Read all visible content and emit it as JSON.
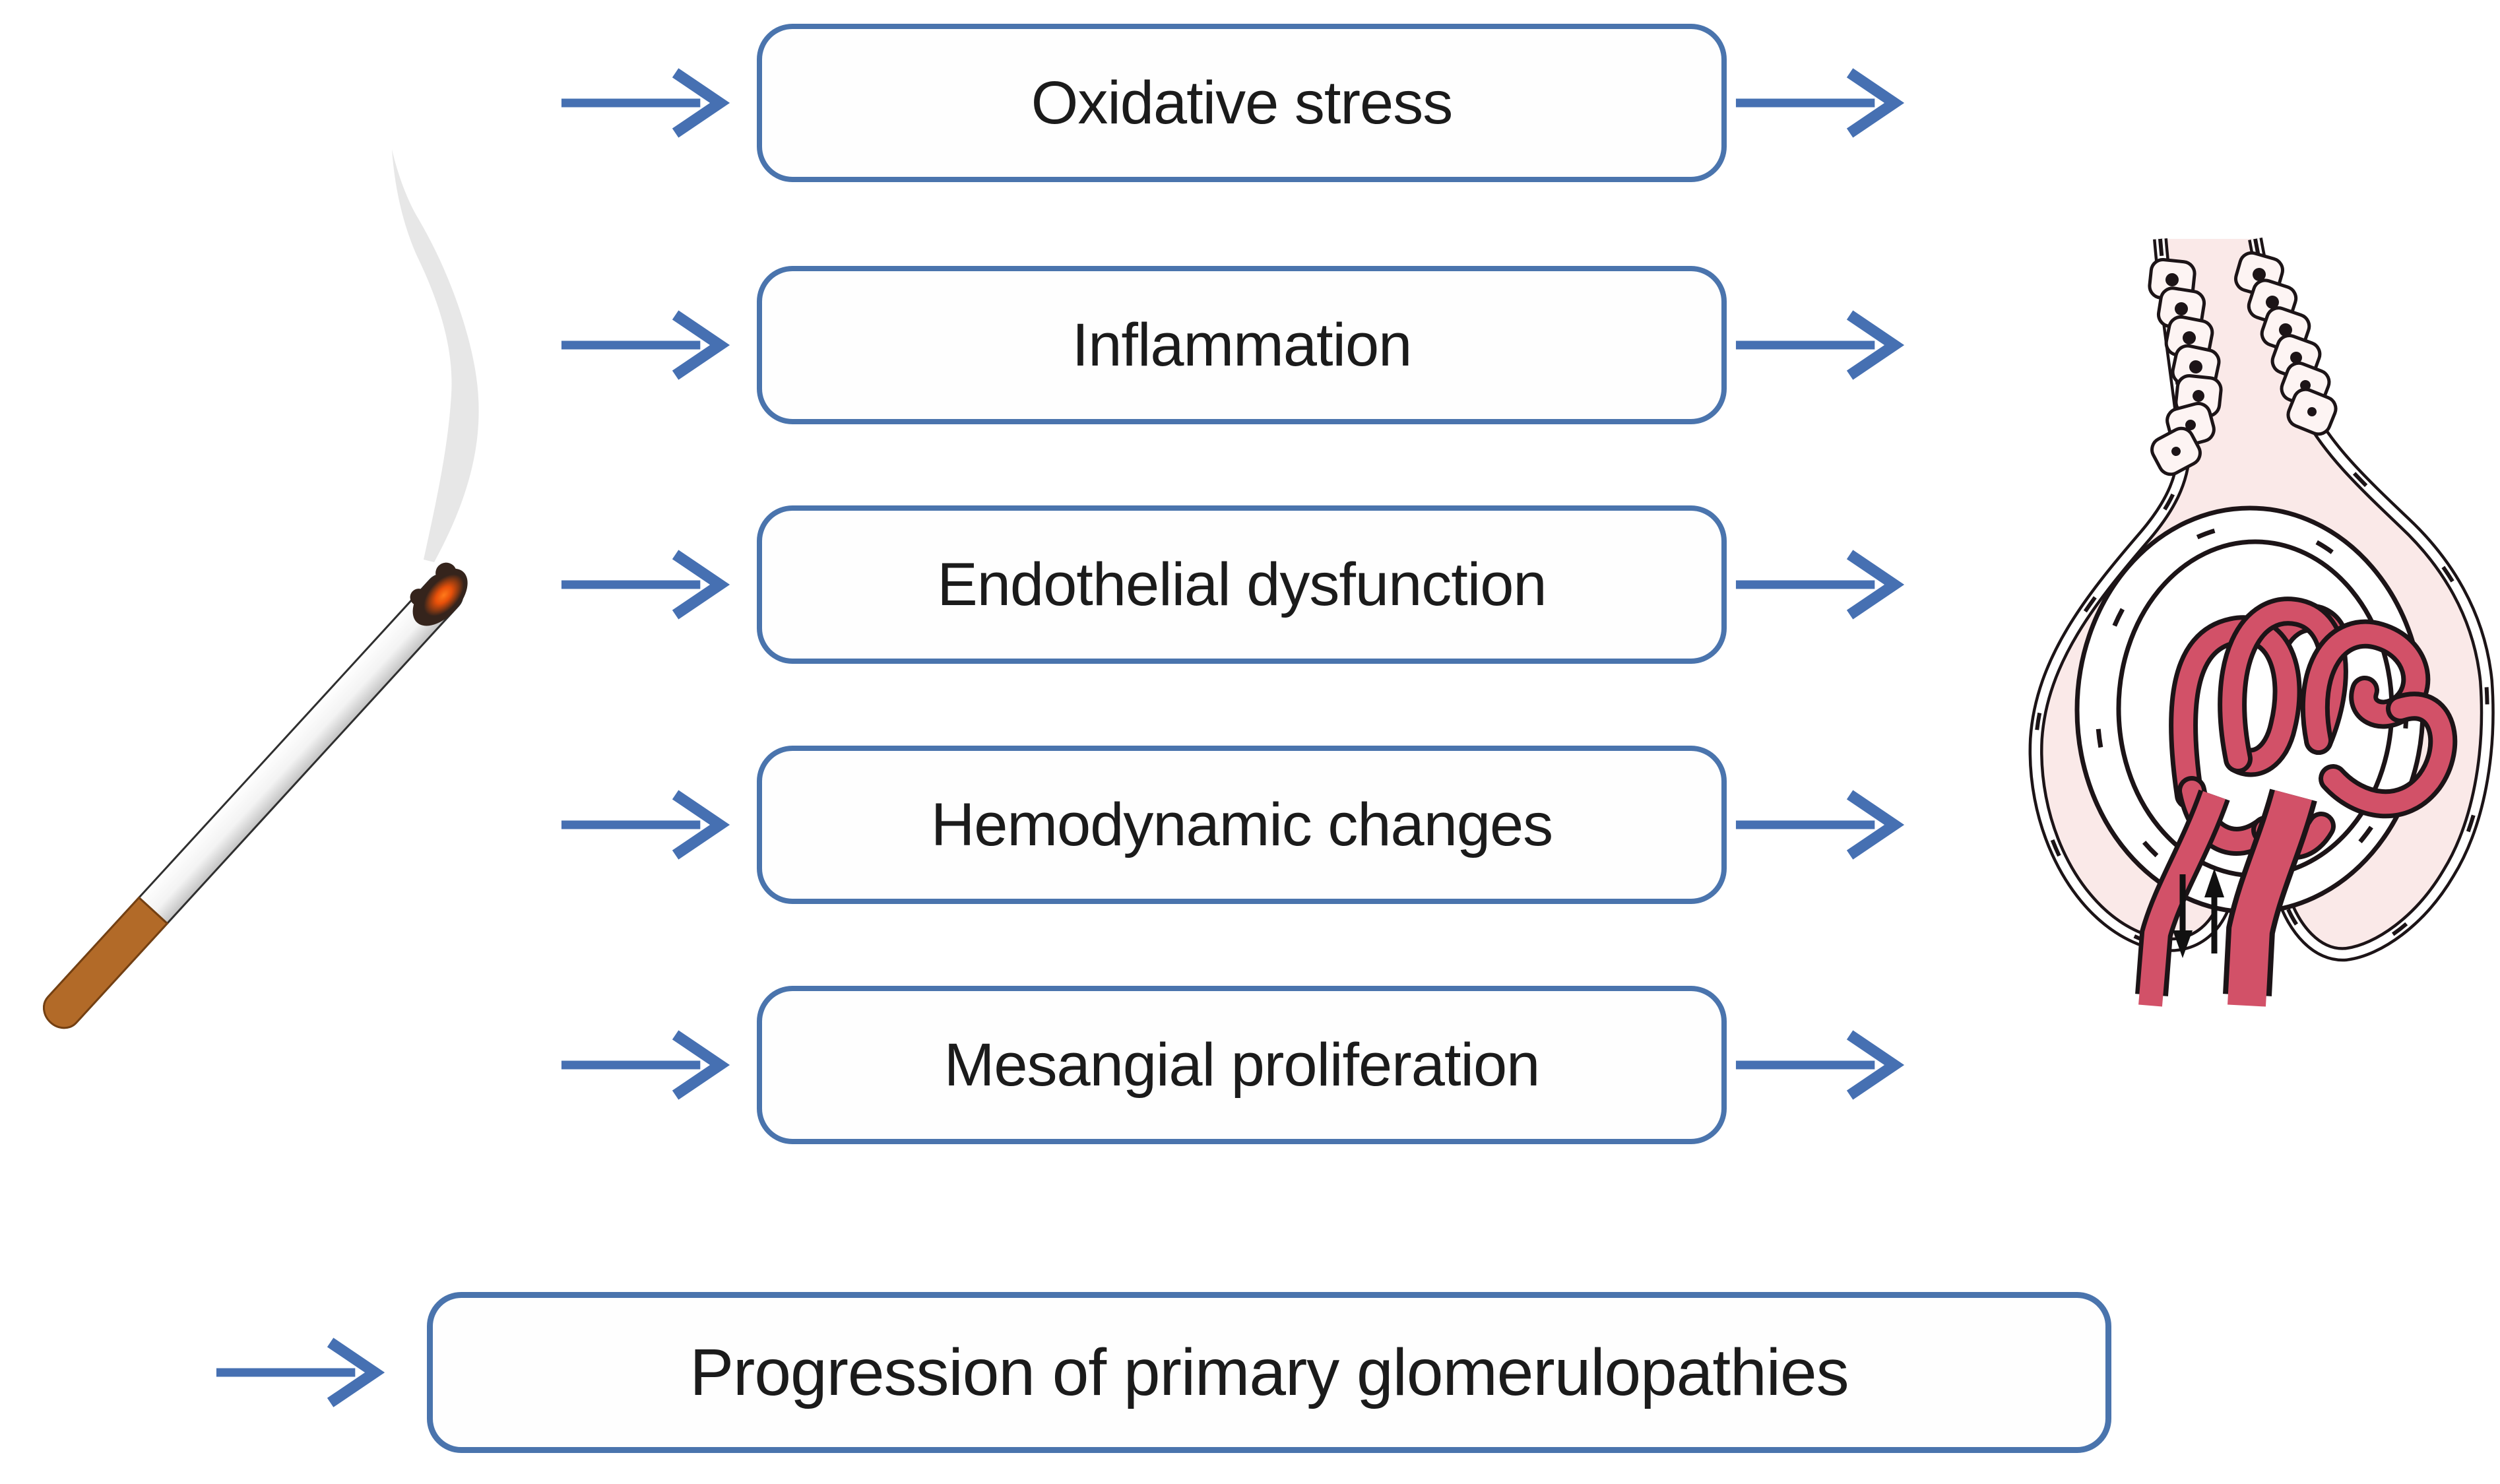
{
  "figure": {
    "type": "flow-diagram",
    "causes": [
      {
        "label": "Oxidative stress"
      },
      {
        "label": "Inflammation"
      },
      {
        "label": "Endothelial dysfunction"
      },
      {
        "label": "Hemodynamic changes"
      },
      {
        "label": "Mesangial proliferation"
      }
    ],
    "outcome": {
      "label": "Progression of primary glomerulopathies"
    },
    "illustrations": {
      "left": "cigarette-illustration",
      "right": "glomerulus-illustration"
    }
  },
  "colors": {
    "background": "#ffffff",
    "box_border": "#4a74ad",
    "arrow_blue": "#4670b2",
    "text_color": "#1b1b1b",
    "glomerulus_pink": "#fae9e8",
    "capillary_red": "#d25168",
    "outline_black": "#1c1417",
    "cigarette_filter": "#b26a28",
    "smoke_gray": "#e4e4e4",
    "ember_orange": "#e8500a"
  }
}
